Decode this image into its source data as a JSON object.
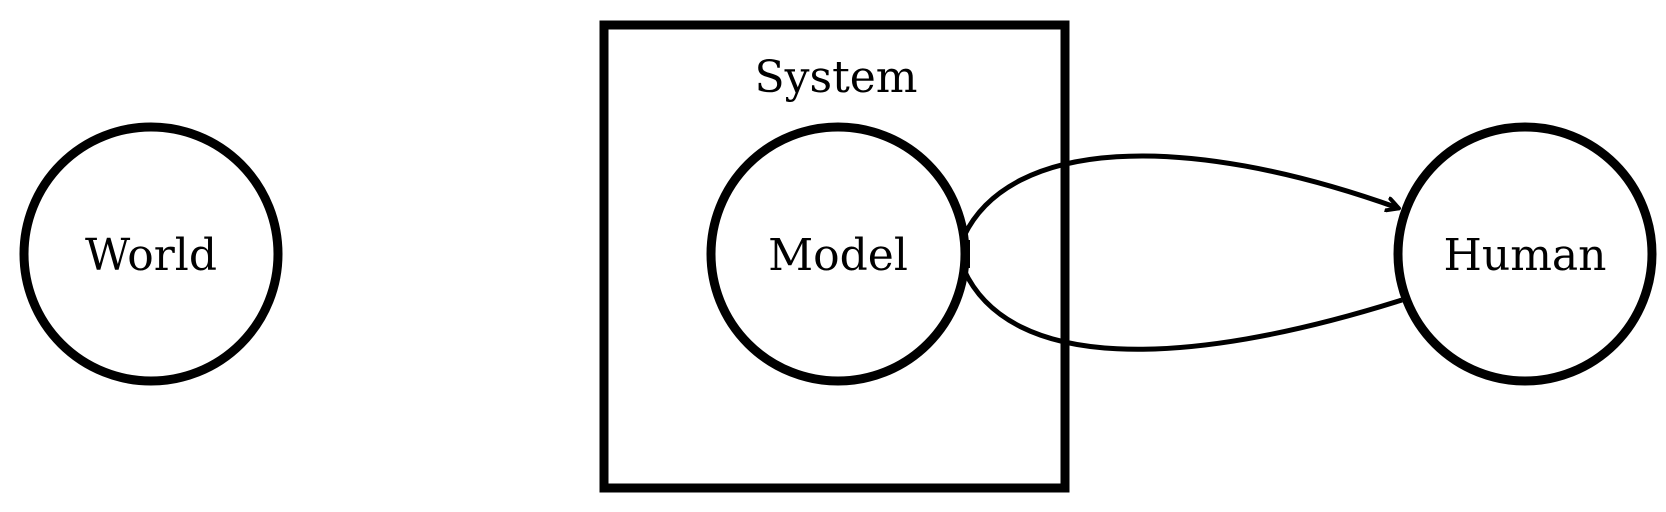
{
  "system_box": {
    "label": "System"
  },
  "nodes": {
    "world": {
      "label": "World"
    },
    "model": {
      "label": "Model"
    },
    "human": {
      "label": "Human"
    }
  },
  "colors": {
    "stroke": "#000000",
    "background": "#ffffff"
  }
}
